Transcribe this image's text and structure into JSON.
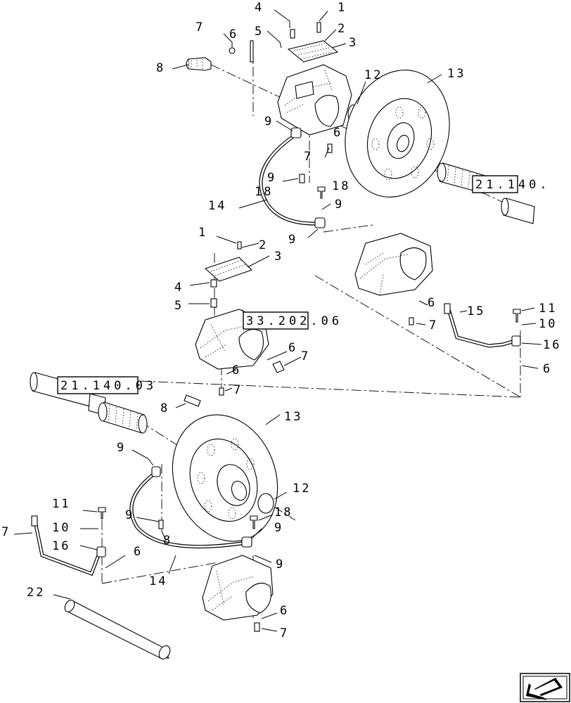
{
  "callouts": {
    "top": {
      "c1": "1",
      "c2": "2",
      "c3": "3",
      "c4": "4",
      "c5": "5",
      "c6": "6",
      "c7": "7",
      "c8": "8",
      "c9a": "9",
      "c6b": "6",
      "c7b": "7",
      "c9b": "9",
      "c18a": "18",
      "c14": "14",
      "c12": "12",
      "c13": "13",
      "c18b": "18",
      "c9c": "9",
      "c9d": "9"
    },
    "middle": {
      "c1": "1",
      "c2": "2",
      "c3": "3",
      "c4": "4",
      "c5": "5",
      "c6a": "6",
      "c7a": "7",
      "c6b": "6",
      "c7b": "7",
      "c8": "8",
      "c6c": "6",
      "c7c": "7",
      "c15": "15",
      "c11": "11",
      "c10": "10",
      "c16": "16",
      "c6d": "6"
    },
    "bottom": {
      "c13": "13",
      "c9a": "9",
      "c12": "12",
      "c11": "11",
      "c10": "10",
      "c16": "16",
      "c7": "7",
      "c6": "6",
      "c9b": "9",
      "c8": "8",
      "c18": "18",
      "c9c": "9",
      "c9d": "9",
      "c14": "14",
      "c22": "22",
      "c6b": "6",
      "c7b": "7"
    }
  },
  "references": {
    "ref_top": "21.140.",
    "ref_mid": "33.202.06",
    "ref_left": "21.140.03"
  },
  "icons": {
    "nav": "previous-page-arrow-icon"
  }
}
